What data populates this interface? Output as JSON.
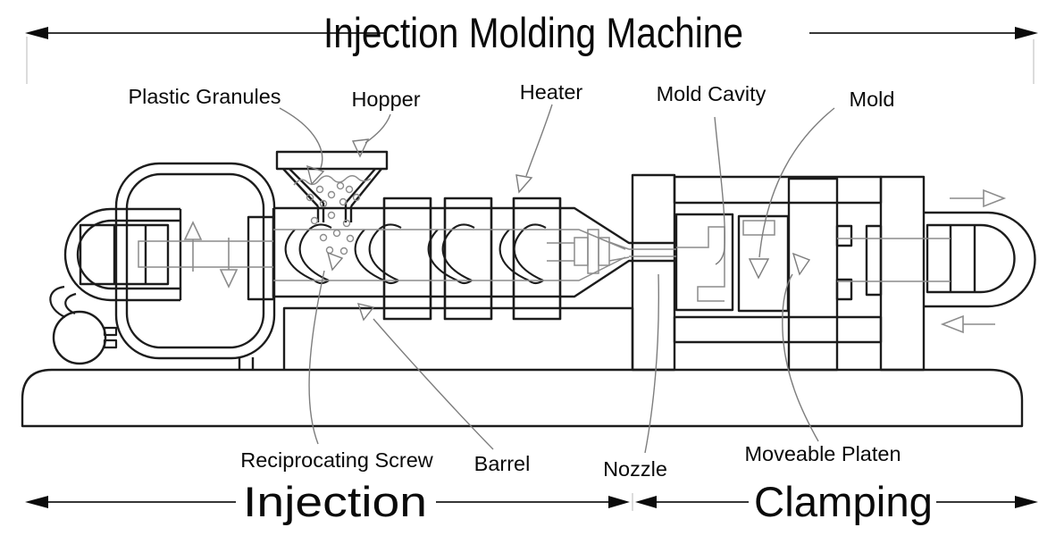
{
  "diagram": {
    "title": "Injection Molding Machine",
    "sections": [
      {
        "label": "Injection"
      },
      {
        "label": "Clamping"
      }
    ],
    "labels": {
      "plastic_granules": "Plastic Granules",
      "hopper": "Hopper",
      "heater": "Heater",
      "mold_cavity": "Mold Cavity",
      "mold": "Mold",
      "reciprocating_screw": "Reciprocating Screw",
      "barrel": "Barrel",
      "nozzle": "Nozzle",
      "moveable_platen": "Moveable Platen"
    },
    "colors": {
      "line": "#1a1a1a",
      "internal_line": "#8c8c8c",
      "leader_line": "#7d7d7d",
      "faint_line": "#b9b9b9",
      "background": "#ffffff"
    }
  }
}
